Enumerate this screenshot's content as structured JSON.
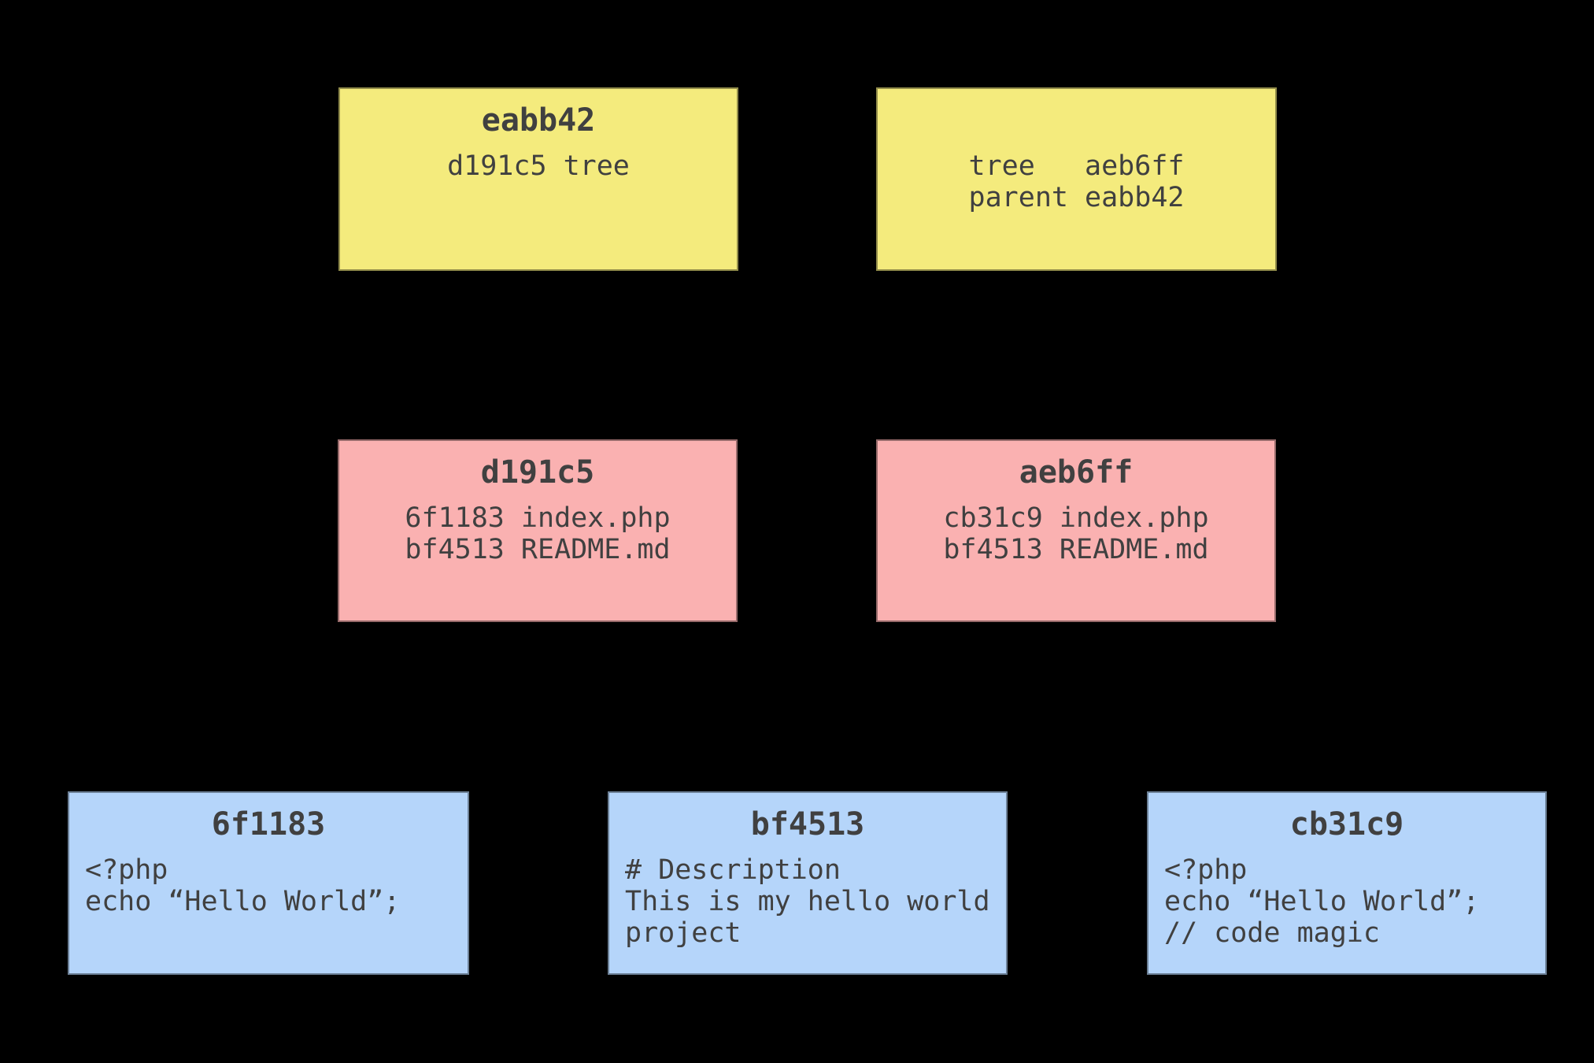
{
  "diagram": {
    "description": "Git object graph: commit objects point to tree objects, trees point to blobs",
    "colors": {
      "background": "#000000",
      "commit_fill": "#f4eb7d",
      "tree_fill": "#fab1b1",
      "blob_fill": "#b5d5fa",
      "text": "#404040"
    },
    "boxes": [
      {
        "type": "commit",
        "title": "eabb42",
        "body": "d191c5 tree"
      },
      {
        "type": "commit",
        "title": "",
        "body": "tree   aeb6ff\nparent eabb42"
      },
      {
        "type": "tree",
        "title": "d191c5",
        "body": "6f1183 index.php\nbf4513 README.md"
      },
      {
        "type": "tree",
        "title": "aeb6ff",
        "body": "cb31c9 index.php\nbf4513 README.md"
      },
      {
        "type": "blob",
        "title": "6f1183",
        "body": "<?php\necho “Hello World”;"
      },
      {
        "type": "blob",
        "title": "bf4513",
        "body": "# Description\nThis is my hello world\nproject"
      },
      {
        "type": "blob",
        "title": "cb31c9",
        "body": "<?php\necho “Hello World”;\n// code magic"
      }
    ]
  }
}
